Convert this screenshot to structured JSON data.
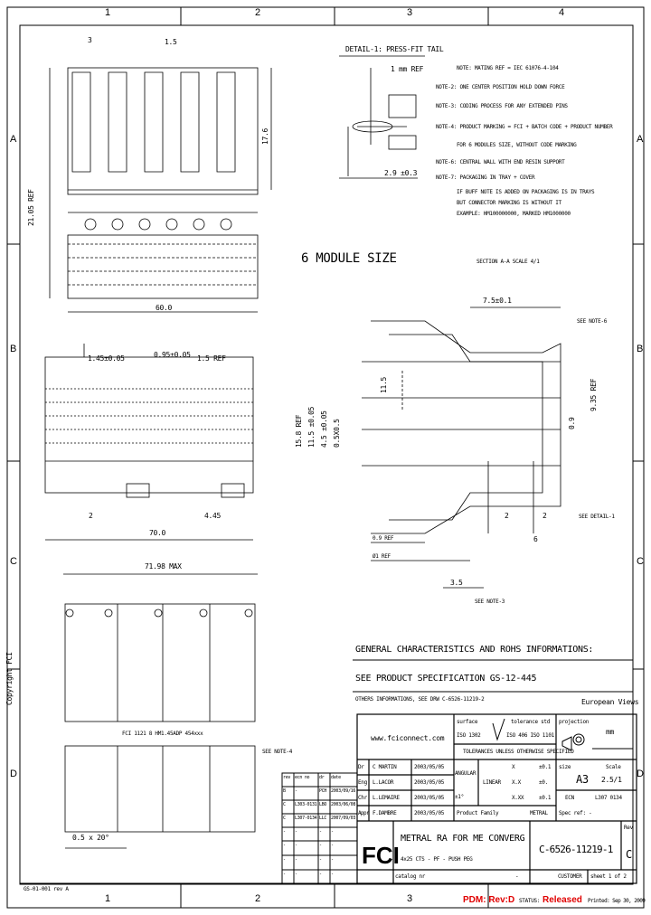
{
  "frame": {
    "zones_top": [
      "1",
      "2",
      "3",
      "4"
    ],
    "zones_side": [
      "A",
      "B",
      "C",
      "D"
    ]
  },
  "left_views": {
    "dims_top": [
      "3",
      "1.5"
    ],
    "dim_height": "17.6",
    "dim_overall": "21.05 REF",
    "dim_width1": "60.0",
    "dims_mid": [
      "1.45±0.05",
      "0.95±0.05",
      "1.5 REF"
    ],
    "dim_width2": "70.0",
    "dim_side": "4.45",
    "dim_small": "2",
    "dim_max": "71.98 MAX",
    "dim_angle": "0.5 x 20°",
    "marking": "FCI  1121 8  HM1.45ADP  454xxx"
  },
  "detail": {
    "title": "DETAIL-1: PRESS-FIT TAIL",
    "ref": "1 mm REF",
    "dim": "2.9 ±0.3"
  },
  "notes": [
    "NOTE: MATING REF = IEC 61076-4-104",
    "NOTE-2: ONE CENTER POSITION HOLD DOWN FORCE",
    "NOTE-3: CODING PROCESS FOR ANY EXTENDED PINS",
    "NOTE-4: PRODUCT MARKING = FCI + BATCH CODE + PRODUCT NUMBER",
    "FOR 6 MODULES SIZE, WITHOUT CODE MARKING",
    "NOTE-6: CENTRAL WALL WITH END RESIN SUPPORT",
    "NOTE-7: PACKAGING IN TRAY + COVER",
    "IF BUFF NOTE IS ADDED ON PACKAGING IS IN TRAYS",
    "BUT CONNECTOR MARKING IS WITHOUT IT",
    "EXAMPLE: HM100000000, MARKED HM1000000"
  ],
  "module_size": "6 MODULE SIZE",
  "section": {
    "title": "SECTION A-A  SCALE 4/1",
    "dims": [
      "7.5±0.1",
      "15.8 REF",
      "11.5 ±0.05",
      "4.5 ±0.05",
      "0.5X0.5",
      "11.5",
      "9.35 REF",
      "0.9",
      "2",
      "2",
      "6",
      "0.9 REF",
      "Ø1 REF",
      "3.5"
    ],
    "callouts": [
      "SEE NOTE-6",
      "SEE DETAIL-1",
      "SEE NOTE-3"
    ]
  },
  "see_note4": "SEE NOTE-4",
  "general": {
    "title": "GENERAL CHARACTERISTICS AND ROHS INFORMATIONS:",
    "spec": "SEE PRODUCT SPECIFICATION GS-12-445",
    "other": "OTHERS INFORMATIONS, SEE DRW C-6526-11219-2",
    "views": "European Views"
  },
  "title_block": {
    "website": "www.fciconnect.com",
    "surface_label": "surface",
    "surface_std": "ISO 1302",
    "tolerance_label": "tolerance std",
    "tolerance_std": "ISO 406  ISO 1101",
    "tolerance_note": "TOLERANCES UNLESS OTHERWISE SPECIFIED",
    "projection_label": "projection",
    "units": "mm",
    "people": [
      {
        "role": "Dr",
        "name": "C MARTIN",
        "date": "2003/05/05"
      },
      {
        "role": "Eng",
        "name": "L.LACOR",
        "date": "2003/05/05"
      },
      {
        "role": "Chr",
        "name": "L.LEMAIRE",
        "date": "2003/05/05"
      },
      {
        "role": "Appr",
        "name": "F.DAMBRE",
        "date": "2003/05/05"
      }
    ],
    "angular": "ANGULAR",
    "angular_val": "±1°",
    "linear": "LINEAR",
    "lin_rows": [
      [
        "X",
        "±0.1"
      ],
      [
        "X.X",
        "±0."
      ],
      [
        "X.XX",
        "±0.1"
      ]
    ],
    "size_label": "size",
    "size": "A3",
    "scale_label": "Scale",
    "scale": "2.5/1",
    "ecn_label": "ECN",
    "ecn": "L307 0134",
    "product_family_label": "Product Family",
    "product_family": "METRAL",
    "spec_ref": "Spec ref: -",
    "title1": "METRAL RA FOR ME CONVERG",
    "title2": "4x25 CTS - PF - PUSH PEG",
    "dwg_no": "C-6526-11219-1",
    "rev_label": "Rev",
    "rev": "C",
    "catalog_label": "catalog nr",
    "catalog": "-",
    "customer": "CUSTOMER",
    "sheet": "sheet 1 of 2",
    "rev_table": {
      "headers": [
        "rev",
        "ecn no",
        "dr",
        "date"
      ],
      "rows": [
        [
          "B",
          "-",
          "PCH",
          "2003/09/16"
        ],
        [
          "C",
          "L303-0131",
          "LBO",
          "2003/06/08"
        ],
        [
          "C",
          "L307-0134",
          "LLC",
          "2007/09/03"
        ],
        [
          "-",
          "-",
          "-",
          "-"
        ],
        [
          "-",
          "-",
          "-",
          "-"
        ],
        [
          "-",
          "-",
          "-",
          "-"
        ],
        [
          "-",
          "-",
          "-",
          "-"
        ]
      ]
    }
  },
  "footer": {
    "pdm": "PDM: Rev:D",
    "status_label": "STATUS:",
    "status": "Released",
    "printed": "Printed: Sep 30, 2009",
    "ref": "GS-01-001 rev A"
  },
  "side": {
    "copyright": "Copyright FCI"
  }
}
